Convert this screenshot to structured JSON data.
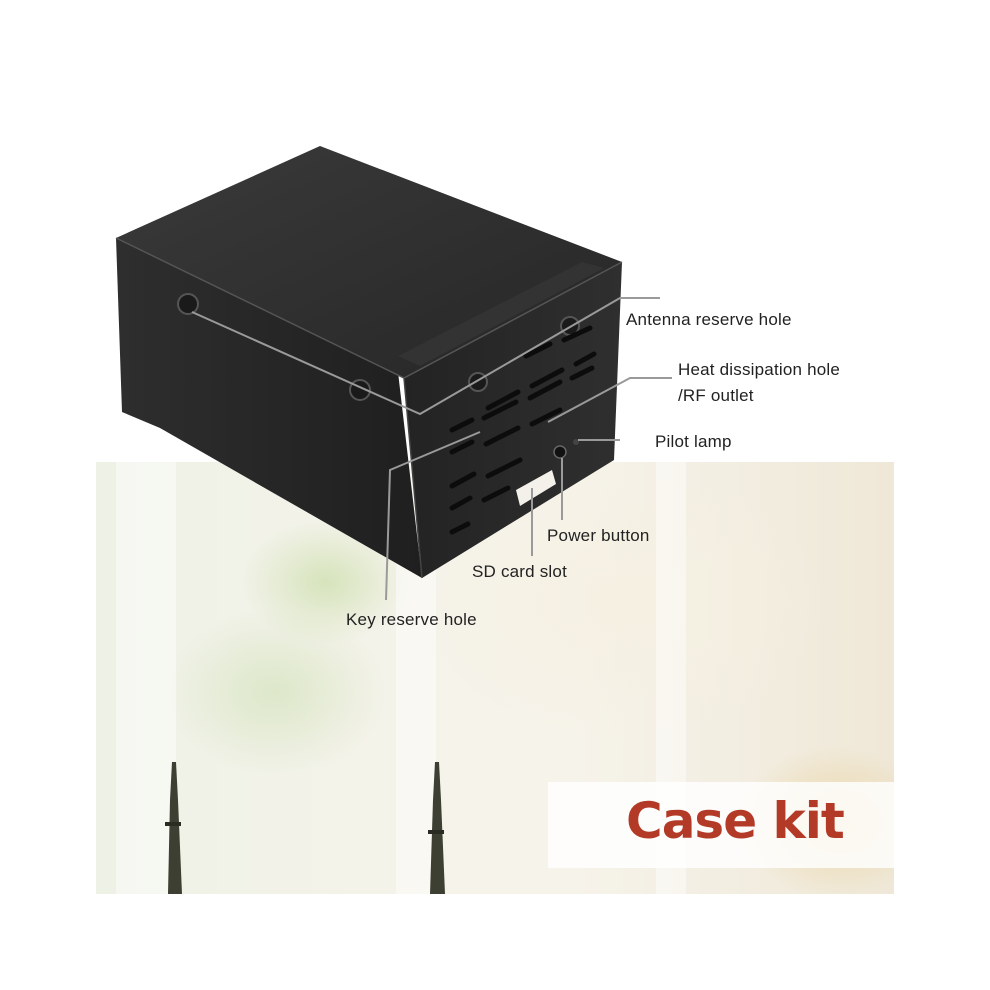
{
  "callouts": {
    "antenna_reserve_hole": "Antenna reserve hole",
    "heat_dissipation_line1": "Heat dissipation hole",
    "heat_dissipation_line2": "/RF outlet",
    "pilot_lamp": "Pilot lamp",
    "power_button": "Power button",
    "sd_card_slot": "SD card slot",
    "key_reserve_hole": "Key reserve hole"
  },
  "banner": {
    "title": "Case kit",
    "title_color": "#b33a27"
  },
  "product": {
    "case_color": "#2b2b2b",
    "antenna_color": "#4a4a3a"
  }
}
